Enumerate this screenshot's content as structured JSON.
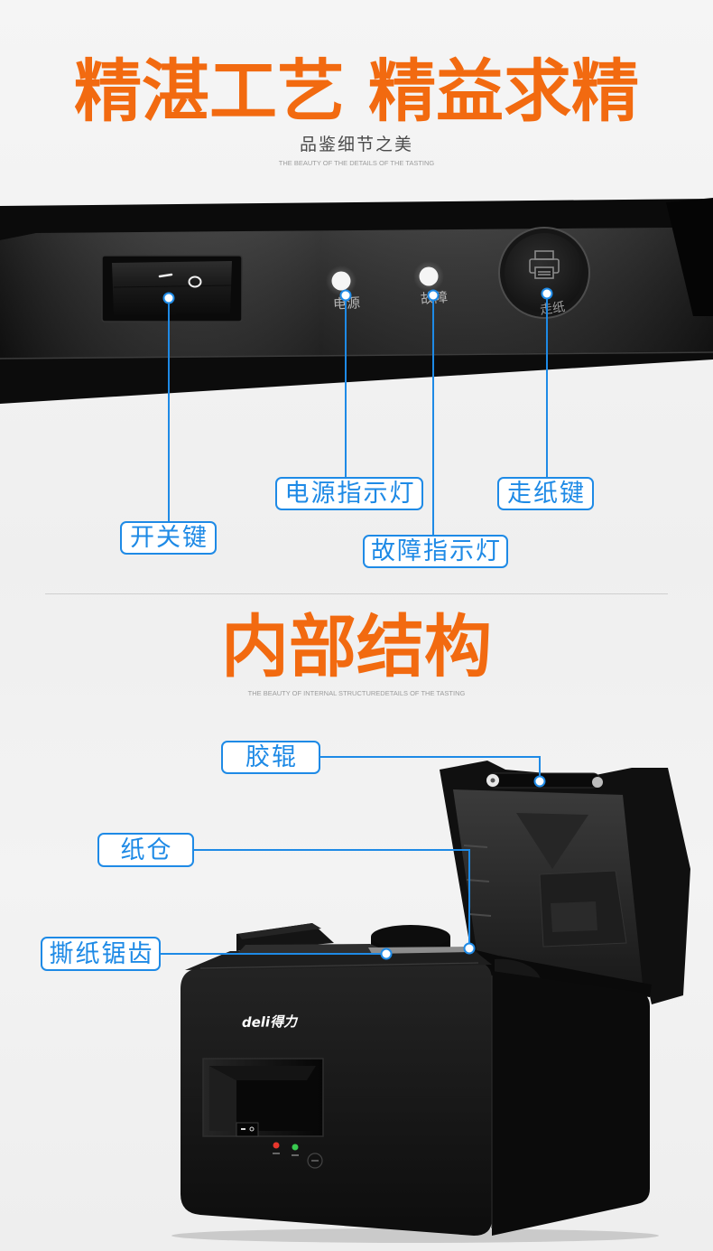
{
  "colors": {
    "title_orange": "#f26a10",
    "callout_blue": "#1e8ae6"
  },
  "icons": {
    "switch_symbol": "power-switch-icon",
    "feed_button_symbol": "printer-icon"
  },
  "craft": {
    "title": "精湛工艺 精益求精",
    "subtitle": "品鉴细节之美",
    "subtitle_en": "THE BEAUTY OF THE DETAILS OF THE TASTING",
    "panel_labels": {
      "power_led": "电源",
      "fault_led": "故障",
      "feed_button": "走纸"
    },
    "callouts": {
      "switch": "开关键",
      "power_indicator": "电源指示灯",
      "feed_key": "走纸键",
      "fault_indicator": "故障指示灯"
    }
  },
  "interior": {
    "title": "内部结构",
    "subtitle_en": "THE BEAUTY OF INTERNAL STRUCTUREDETAILS OF THE TASTING",
    "brand_logo": "deli得力",
    "callouts": {
      "rubber_roller": "胶辊",
      "paper_bin": "纸仓",
      "tear_teeth": "撕纸锯齿"
    }
  }
}
